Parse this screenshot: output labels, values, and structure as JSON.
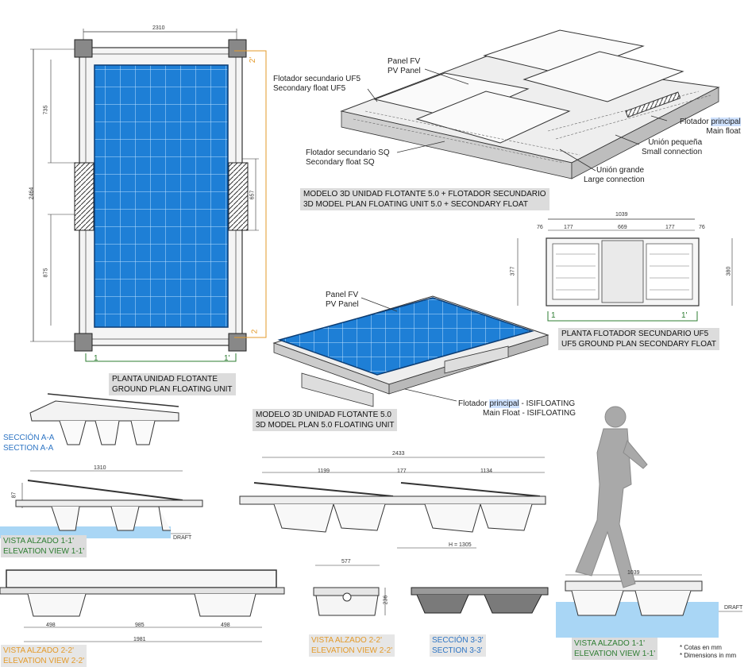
{
  "ground_plan": {
    "dim_top": "2310",
    "dim_left": "2464",
    "dim_inner_top": "735",
    "dim_inner_bottom": "875",
    "dim_right": "657",
    "marker_1": "1",
    "marker_1p": "1'",
    "marker_2": "2",
    "marker_2p": "2'",
    "caption_es": "PLANTA UNIDAD FLOTANTE",
    "caption_en": "GROUND PLAN FLOATING UNIT"
  },
  "model_secondary": {
    "label_panel_es": "Panel FV",
    "label_panel_en": "PV Panel",
    "label_uf5_es": "Flotador secundario  UF5",
    "label_uf5_en": "Secondary float UF5",
    "label_sq_es": "Flotador secundario  SQ",
    "label_sq_en": "Secondary float SQ",
    "label_main_es_a": "Flotador ",
    "label_main_es_b": "principal",
    "label_main_en": "Main float",
    "label_small_es": "Unión pequeña",
    "label_small_en": "Small connection",
    "label_large_es": "Unión grande",
    "label_large_en": "Large connection",
    "caption_es": "MODELO 3D UNIDAD FLOTANTE 5.0 + FLOTADOR SECUNDARIO",
    "caption_en": "3D  MODEL PLAN FLOATING UNIT 5.0 + SECONDARY FLOAT"
  },
  "uf5_plan": {
    "dim_total": "1039",
    "dim_mid": "669",
    "dim_a": "76",
    "dim_b": "76",
    "dim_c": "177",
    "dim_d": "177",
    "dim_left": "377",
    "dim_right": "380",
    "marker_1": "1",
    "marker_1p": "1'",
    "caption_es": "PLANTA FLOTADOR SECUNDARIO UF5",
    "caption_en": "UF5 GROUND PLAN SECONDARY FLOAT"
  },
  "model_main": {
    "label_panel_es": "Panel FV",
    "label_panel_en": "PV Panel",
    "label_main_es_a": "Flotador ",
    "label_main_es_b": "principal",
    "label_main_es_c": " - ISIFLOATING",
    "label_main_en": "Main Float - ISIFLOATING",
    "caption_es": "MODELO 3D UNIDAD FLOTANTE 5.0",
    "caption_en": "3D MODEL PLAN 5.0 FLOATING UNIT"
  },
  "section_aa": {
    "caption_es": "SECCIÓN A-A",
    "caption_en": "SECTION A-A"
  },
  "elevation_11_left": {
    "dim_top": "1310",
    "dim_side": "87",
    "draft": "DRAFT",
    "caption_es": "VISTA ALZADO 1-1'",
    "caption_en": "ELEVATION VIEW 1-1'"
  },
  "elevation_combined": {
    "dim_total": "2433",
    "dim_a": "1199",
    "dim_b": "177",
    "dim_c": "1134",
    "dim_h": "H = 1305"
  },
  "elevation_22_left": {
    "dim_a": "498",
    "dim_b": "985",
    "dim_c": "498",
    "dim_total": "1981",
    "caption_es": "VISTA ALZADO 2-2'",
    "caption_en": "ELEVATION VIEW 2-2'"
  },
  "elevation_22_mid": {
    "dim_top": "577",
    "dim_side": "236",
    "caption_es": "VISTA ALZADO 2-2'",
    "caption_en": "ELEVATION VIEW 2-2'"
  },
  "section_33": {
    "caption_es": "SECCIÓN 3-3'",
    "caption_en": "SECTION 3-3'"
  },
  "elevation_11_right": {
    "dim_top": "1039",
    "draft": "DRAFT",
    "caption_es": "VISTA ALZADO 1-1'",
    "caption_en": "ELEVATION VIEW 1-1'"
  },
  "notes": {
    "line1": "* Cotas en mm",
    "line2": "* Dimensions in mm"
  },
  "colors": {
    "panel_blue": "#1e7fd6",
    "water_blue": "#a9d6f5",
    "accent_orange": "#e39a2a",
    "accent_green": "#2e7d32",
    "caption_bg": "#dcdcdc"
  }
}
